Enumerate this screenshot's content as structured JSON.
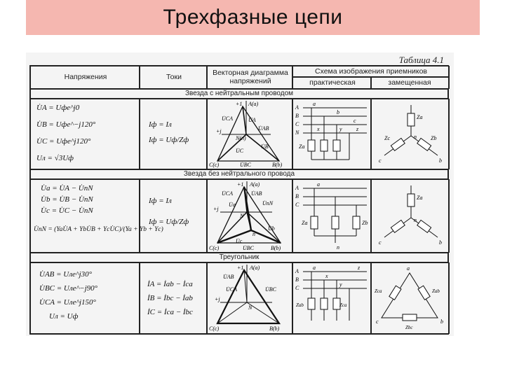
{
  "title": "Трехфазные цепи",
  "table": {
    "caption": "Таблица 4.1",
    "headers": {
      "voltages": "Напряжения",
      "currents": "Токи",
      "vector_line1": "Векторная диаграмма",
      "vector_line2": "напряжений",
      "scheme": "Схема изображения приемников",
      "practical": "практическая",
      "equivalent": "замещенная"
    },
    "sections": [
      "Звезда с нейтральным проводом",
      "Звезда без нейтрального провода",
      "Треугольник"
    ],
    "rows": [
      {
        "voltages": [
          "U̇A = Uфe^j0",
          "U̇B = Uфe^−j120°",
          "U̇C = Uфe^j120°",
          "Uл = √3Uф"
        ],
        "currents": [
          "Iф = Iл",
          "Iф = Uф/Zф"
        ]
      },
      {
        "voltages": [
          "U̇a = U̇A − U̇nN",
          "U̇b = U̇B − U̇nN",
          "U̇c = U̇C − U̇nN",
          "U̇nN = (YaU̇A + YbU̇B + YcU̇C)/(Ya + Yb + Yc)"
        ],
        "currents": [
          "Iф = Iл",
          "Iф = Uф/Zф"
        ]
      },
      {
        "voltages": [
          "U̇AB = Uлe^j30°",
          "U̇BC = Uлe^−j90°",
          "U̇CA = Uлe^j150°",
          "Uл = Uф"
        ],
        "currents": [
          "İA = İab − İca",
          "İB = İbc − İab",
          "İC = İca − İbc"
        ]
      }
    ],
    "diagram_labels": {
      "plus1": "+1",
      "plusj": "+j",
      "A": "A(a)",
      "B": "B(b)",
      "C": "C(c)",
      "N": "N(n)",
      "N2": "N",
      "UA": "U̇A",
      "UB": "U̇B",
      "UC": "U̇C",
      "UAB": "U̇AB",
      "UBC": "U̇BC",
      "UCA": "U̇CA",
      "UnN": "U̇nN",
      "Ua": "U̇a",
      "Ub": "U̇b",
      "Uc": "U̇c",
      "n": "n"
    },
    "scheme_labels": {
      "A": "A",
      "B": "B",
      "C": "C",
      "N": "N",
      "a": "a",
      "b": "b",
      "c": "c",
      "x": "x",
      "y": "y",
      "z": "z",
      "n": "n",
      "Za": "Za",
      "Zb": "Zb",
      "Zc": "Zc",
      "Zab": "Zab",
      "Zbc": "Zbc",
      "Zca": "Zca"
    }
  }
}
